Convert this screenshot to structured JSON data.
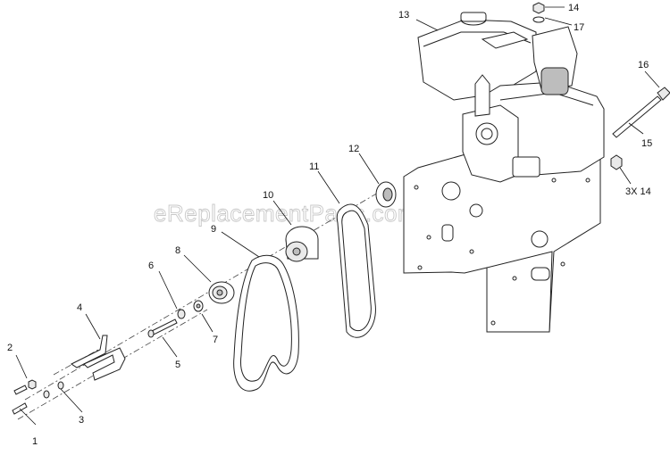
{
  "watermark": "eReplacementParts.com",
  "callouts": {
    "c1": "1",
    "c2": "2",
    "c3": "3",
    "c4": "4",
    "c5": "5",
    "c6": "6",
    "c7": "7",
    "c8": "8",
    "c9": "9",
    "c10": "10",
    "c11": "11",
    "c12": "12",
    "c13": "13",
    "c14": "14",
    "c15": "15",
    "c16": "16",
    "c17": "17",
    "c3x14": "3X 14"
  }
}
